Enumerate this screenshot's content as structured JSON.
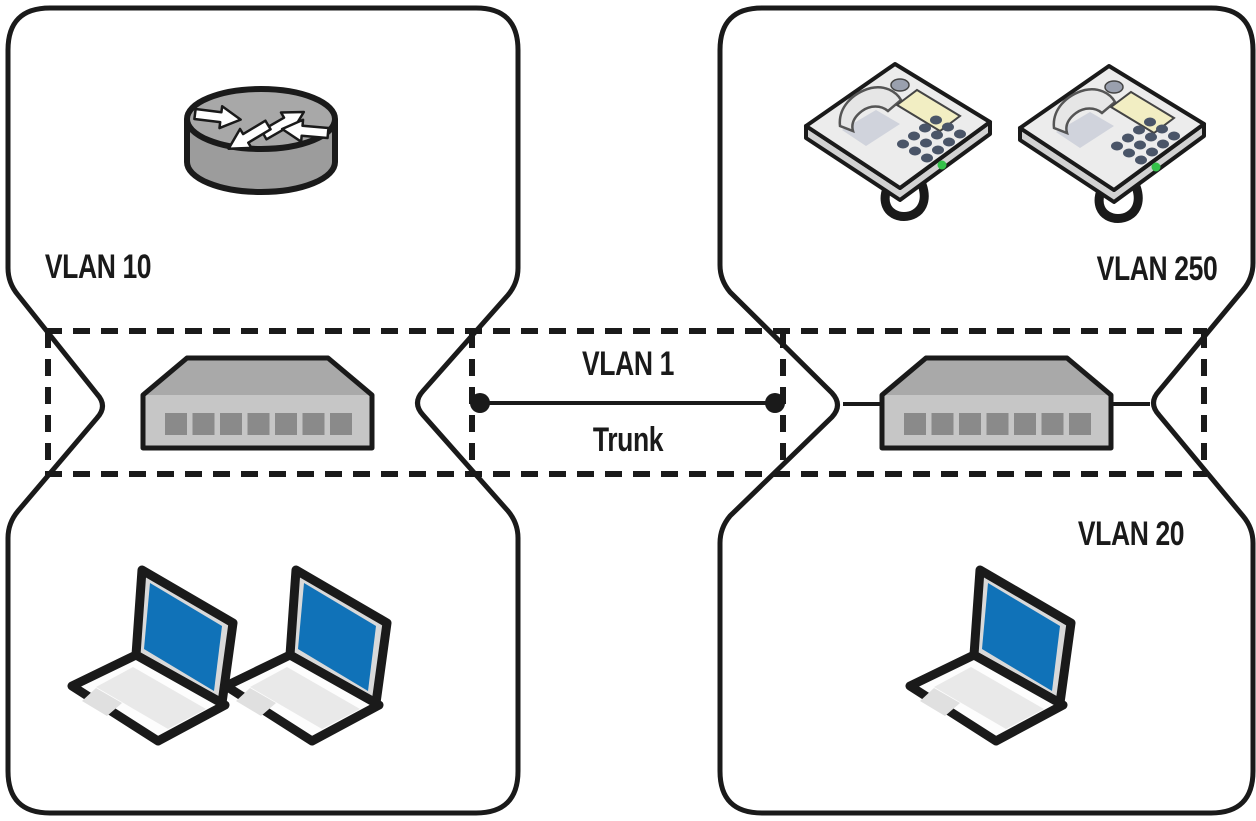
{
  "diagram": {
    "type": "network-vlan-trunking-figure",
    "labels": {
      "vlan10": "VLAN 10",
      "vlan250": "VLAN 250",
      "vlan1": "VLAN 1",
      "trunk": "Trunk",
      "vlan20": "VLAN 20"
    },
    "devices": {
      "router_count": 1,
      "switch_count": 2,
      "ip_phone_count": 2,
      "laptop_count": 3
    },
    "icons": [
      "router-icon",
      "switch-icon",
      "ip-phone-icon",
      "laptop-icon",
      "trunk-endpoint-dot"
    ],
    "colors": {
      "outline": "#1a1a1a",
      "laptop_screen": "#1072b8",
      "laptop_body": "#fdfdfd",
      "laptop_keyboard": "#e9e9e9",
      "switch_top": "#a9a9a9",
      "switch_front": "#c6c6c6",
      "switch_port": "#8a8a8a",
      "router_top": "#a8a8a8",
      "router_body": "#9c9c9c",
      "phone_body": "#ececec",
      "phone_side": "#d2d2d2",
      "phone_display": "#f2eec3",
      "phone_key": "#4a5568",
      "phone_led": "#35c24a"
    }
  }
}
